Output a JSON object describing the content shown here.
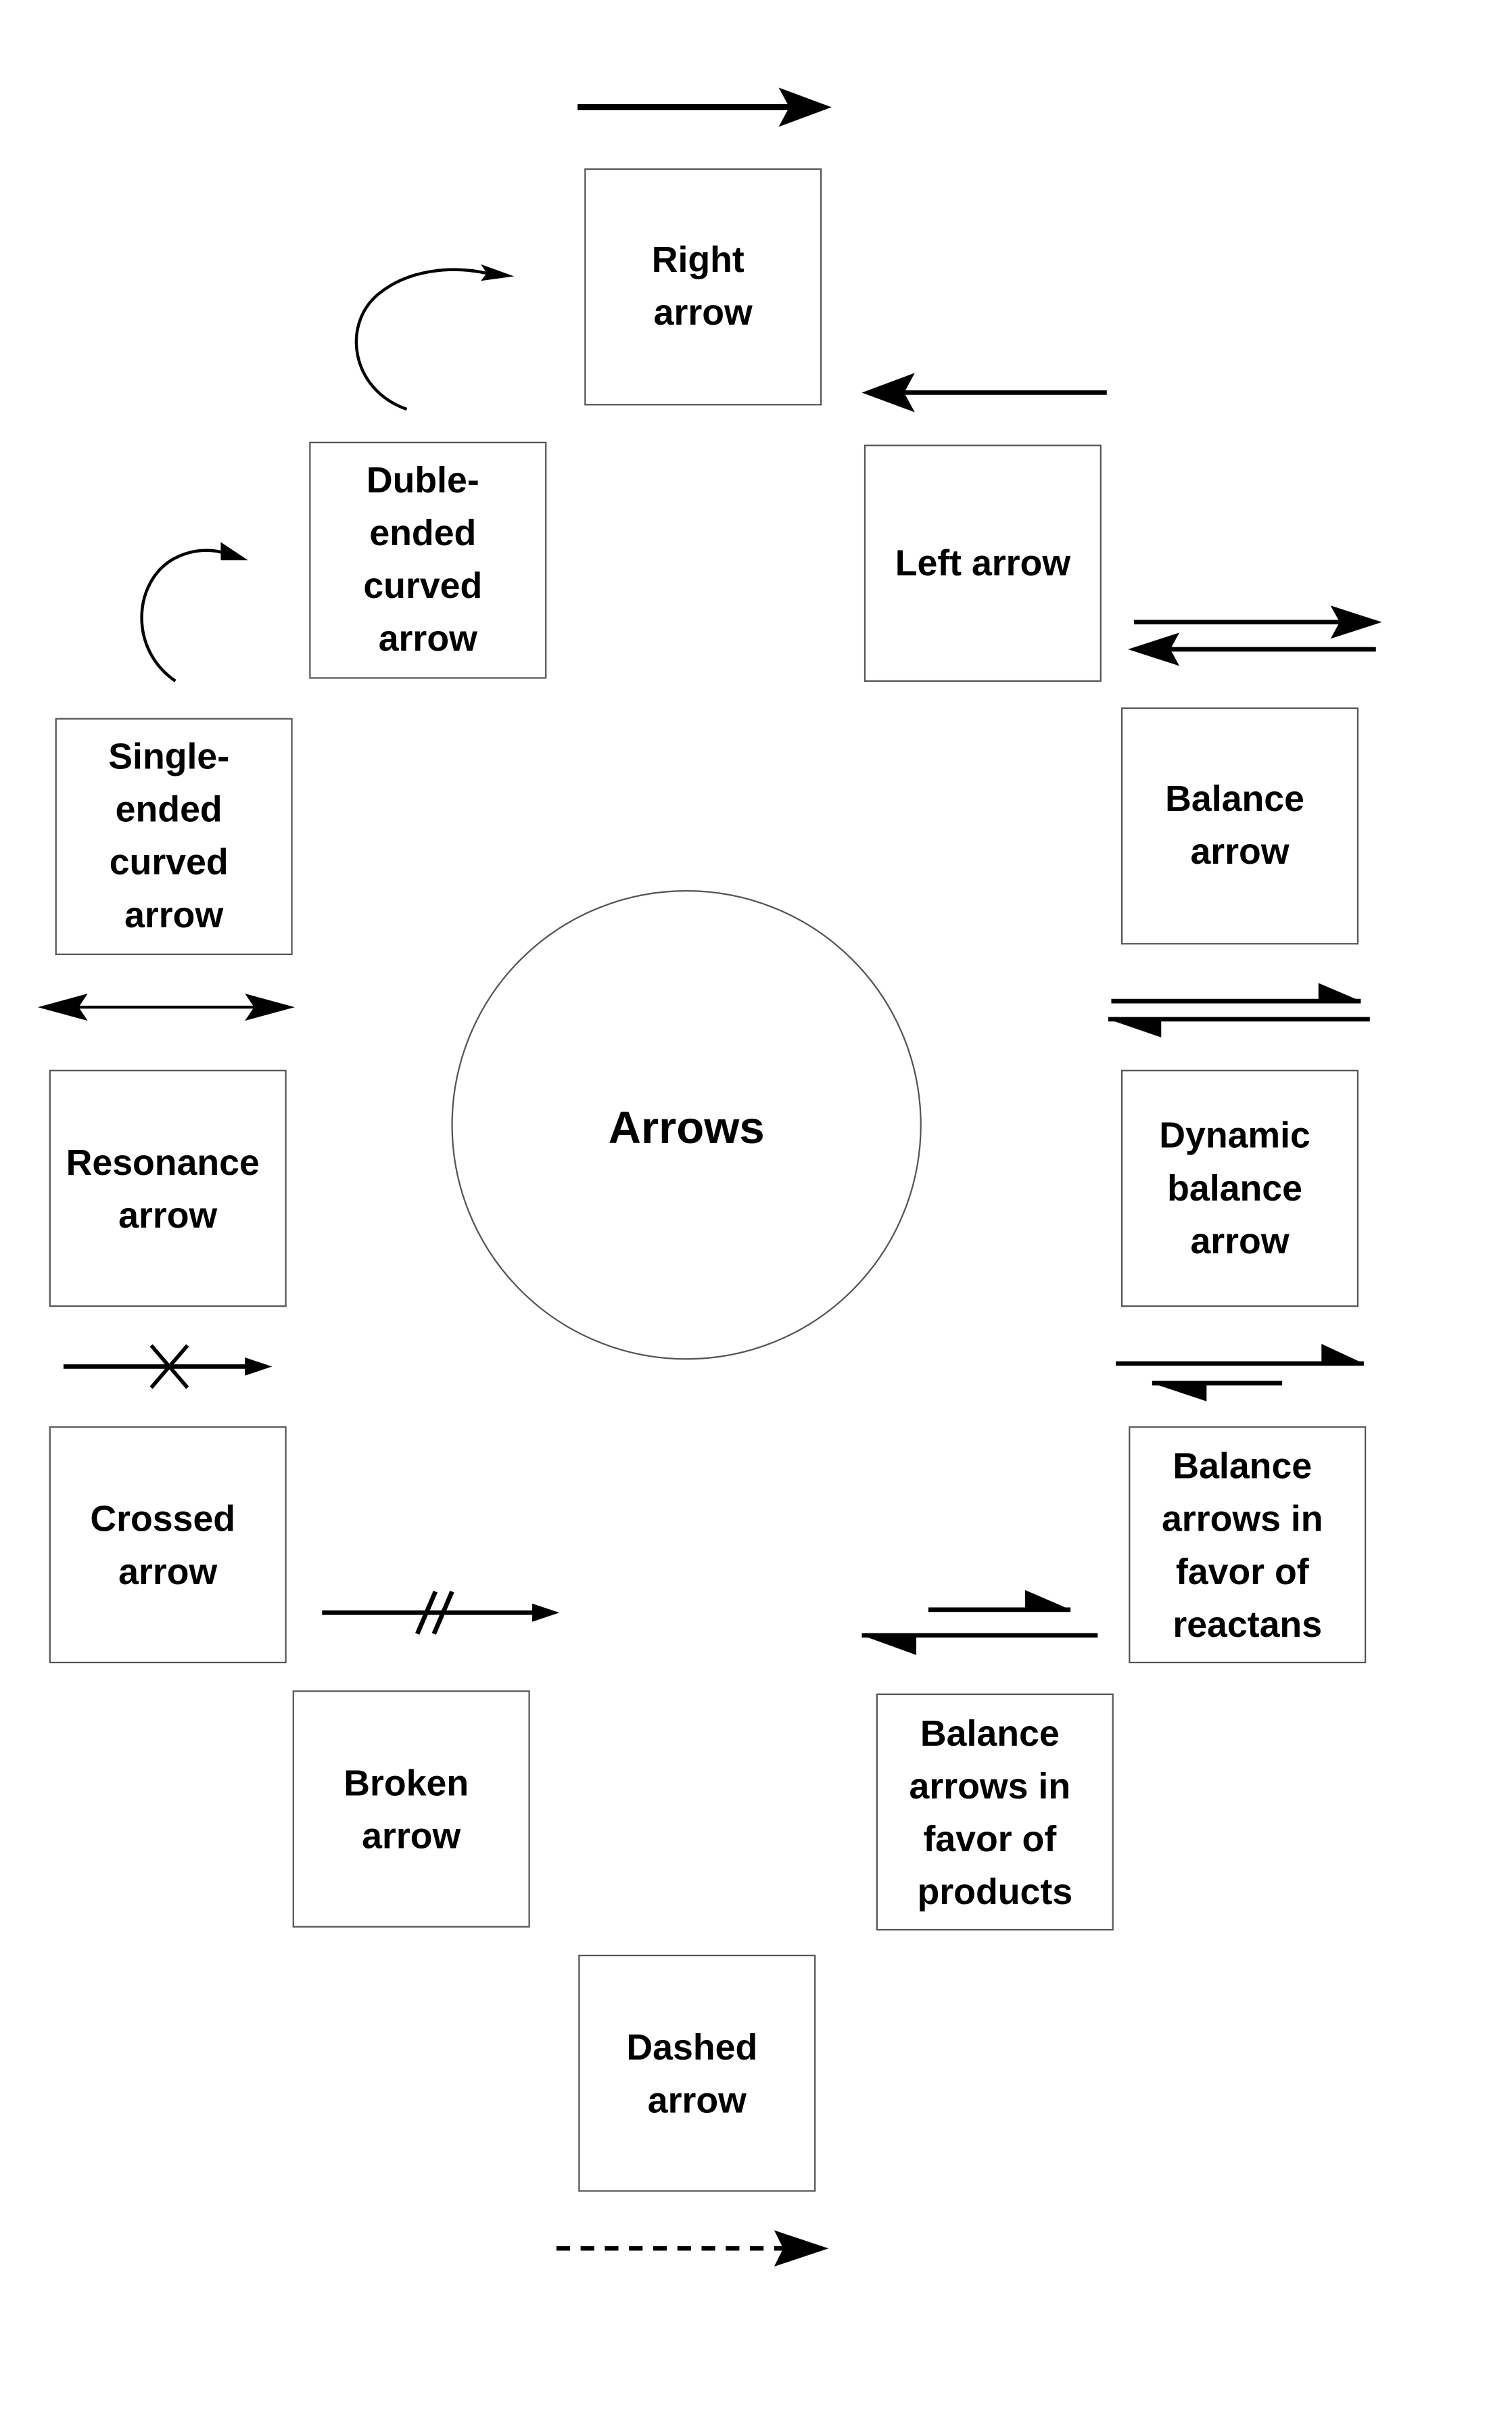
{
  "diagram": {
    "title": "Arrows",
    "colors": {
      "stroke": "#000000",
      "box_border": "#555555",
      "background": "#ffffff"
    },
    "nodes": [
      {
        "id": "right",
        "lines": [
          "Right",
          "arrow"
        ],
        "arrow_type": "right-arrow"
      },
      {
        "id": "left",
        "lines": [
          "Left arrow"
        ],
        "arrow_type": "left-arrow"
      },
      {
        "id": "balance",
        "lines": [
          "Balance",
          "arrow"
        ],
        "arrow_type": "balance-arrow"
      },
      {
        "id": "dynamic",
        "lines": [
          "Dynamic",
          "balance",
          "arrow"
        ],
        "arrow_type": "dynamic-balance-arrow"
      },
      {
        "id": "reactants",
        "lines": [
          "Balance",
          "arrows in",
          "favor of",
          "reactans"
        ],
        "arrow_type": "balance-reactants-arrow"
      },
      {
        "id": "products",
        "lines": [
          "Balance",
          "arrows in",
          "favor of",
          "products"
        ],
        "arrow_type": "balance-products-arrow"
      },
      {
        "id": "dashed",
        "lines": [
          "Dashed",
          "arrow"
        ],
        "arrow_type": "dashed-arrow"
      },
      {
        "id": "broken",
        "lines": [
          "Broken",
          "arrow"
        ],
        "arrow_type": "broken-arrow"
      },
      {
        "id": "crossed",
        "lines": [
          "Crossed",
          "arrow"
        ],
        "arrow_type": "crossed-arrow"
      },
      {
        "id": "resonance",
        "lines": [
          "Resonance",
          "arrow"
        ],
        "arrow_type": "resonance-arrow"
      },
      {
        "id": "single",
        "lines": [
          "Single-",
          "ended",
          "curved",
          "arrow"
        ],
        "arrow_type": "single-ended-curved-arrow"
      },
      {
        "id": "double",
        "lines": [
          "Duble-",
          "ended",
          "curved",
          "arrow"
        ],
        "arrow_type": "double-ended-curved-arrow"
      }
    ]
  }
}
